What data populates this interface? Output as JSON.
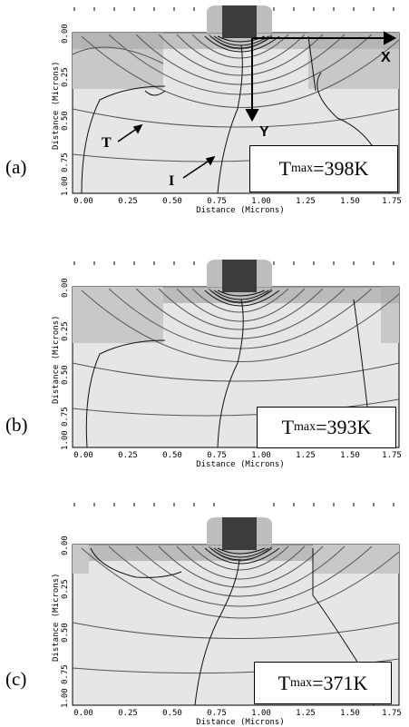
{
  "figure": {
    "panels": [
      {
        "id": "a",
        "label": "(a)",
        "tmax_prefix": "T",
        "tmax_sub": "max",
        "tmax_value": "=398K",
        "has_axes_annotations": true
      },
      {
        "id": "b",
        "label": "(b)",
        "tmax_prefix": "T",
        "tmax_sub": "max",
        "tmax_value": "=393K",
        "has_axes_annotations": false
      },
      {
        "id": "c",
        "label": "(c)",
        "tmax_prefix": "T",
        "tmax_sub": "max",
        "tmax_value": "=371K",
        "has_axes_annotations": false
      }
    ],
    "x_axis_title": "Distance (Microns)",
    "y_axis_title": "Distance (Microns)",
    "x_tick_labels": [
      "0.00",
      "0.25",
      "0.50",
      "0.75",
      "1.00",
      "1.25",
      "1.50",
      "1.75"
    ],
    "y_tick_labels": [
      "0.00",
      "0.25",
      "0.50",
      "0.75",
      "1.00"
    ],
    "annotations": {
      "x_axis_arrow_label": "X",
      "y_axis_arrow_label": "Y",
      "temperature_contour_label": "T",
      "current_line_label": "I"
    },
    "colors": {
      "device_fill": "#e6e6e6",
      "doped_region": "#c8c8c8",
      "dark_region": "#a8a8a8",
      "gate": "#3c3c3c",
      "contour_line": "#202020",
      "spacer": "#bdbdbd"
    }
  }
}
